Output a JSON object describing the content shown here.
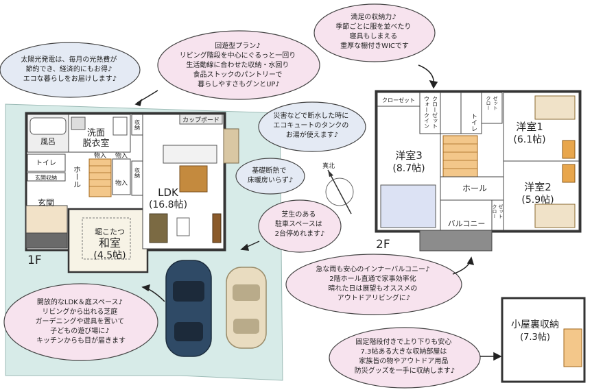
{
  "floor1": {
    "label": "1F",
    "rooms": {
      "washroom": "洗面\n脱衣室",
      "bath": "風呂",
      "toilet": "トイレ",
      "entrance_storage": "玄関収納",
      "entrance": "玄関",
      "hall": "ホール",
      "storage_a": "収納",
      "storage_b": "収納",
      "closet_in1": "物入",
      "closet_in2": "物入",
      "closet_in3": "物入",
      "cupboard": "カップボード",
      "ldk": "LDK",
      "ldk_size": "(16.8帖)",
      "kotatsu": "堀こたつ",
      "washitsu": "和室",
      "washitsu_size": "(4.5帖)"
    }
  },
  "floor2": {
    "label": "2F",
    "rooms": {
      "closet": "クローゼット",
      "walkin": "ウォークイン\nクローゼット",
      "toilet": "トイレ",
      "closet_small1": "クロー\nゼット",
      "closet_small2": "クロー\nゼット",
      "western1": "洋室1",
      "western1_size": "(6.1帖)",
      "western2": "洋室2",
      "western2_size": "(5.9帖)",
      "western3": "洋室3",
      "western3_size": "(8.7帖)",
      "hall": "ホール",
      "balcony": "バルコニー"
    }
  },
  "attic": {
    "label": "小屋裏収納",
    "size": "(7.3帖)"
  },
  "compass": {
    "label": "真北"
  },
  "bubbles": {
    "solar": [
      "太陽光発電は、毎月の光熱費が",
      "節約でき、経済的にもお得♪",
      "エコな暮らしをお届けします♪"
    ],
    "circulation": [
      "回遊型プラン♪",
      "リビング階段を中心にぐるっと一回り",
      "生活動線に合わせた収納・水回り",
      "食品ストックのパントリーで",
      "暮らしやすさもグンとUP♪"
    ],
    "wic": [
      "満足の収納力♪",
      "季節ごとに服を並べたり",
      "寝具もしまえる",
      "重厚な棚付きWICです"
    ],
    "ecocute": [
      "災害などで断水した時に",
      "エコキュートのタンクの",
      "お湯が使えます♪"
    ],
    "insulation": [
      "基礎断熱で",
      "床暖房いらず♪"
    ],
    "parking": [
      "芝生のある",
      "駐車スペースは",
      "2台停めれます♪"
    ],
    "garden": [
      "開放的なLDK＆庭スペース♪",
      "リビングから出れる芝庭",
      "ガーデニングや遊具を置いて",
      "子どもの遊び場に♪",
      "キッチンからも目が届きます"
    ],
    "inner_balcony": [
      "急な雨も安心のインナーバルコニー♪",
      "2階ホール直通で家事効率化",
      "晴れた日は展望もオススメの",
      "アウトドアリビングに♪"
    ],
    "attic_storage": [
      "固定階段付きで上り下りも安心",
      "7.3帖ある大きな収納部屋は",
      "家族皆の物やアウトドア用品",
      "防災グッズを一手に収納します♪"
    ]
  },
  "colors": {
    "lawn": "#d7ebe8",
    "bubble_pink": "#f7e3ee",
    "stair_orange": "#e8a64c",
    "car_blue": "#2f4a66",
    "car_beige": "#e9dcc0",
    "floor_wood": "#f0e2c8",
    "balcony_gray": "#8c8c8c"
  }
}
